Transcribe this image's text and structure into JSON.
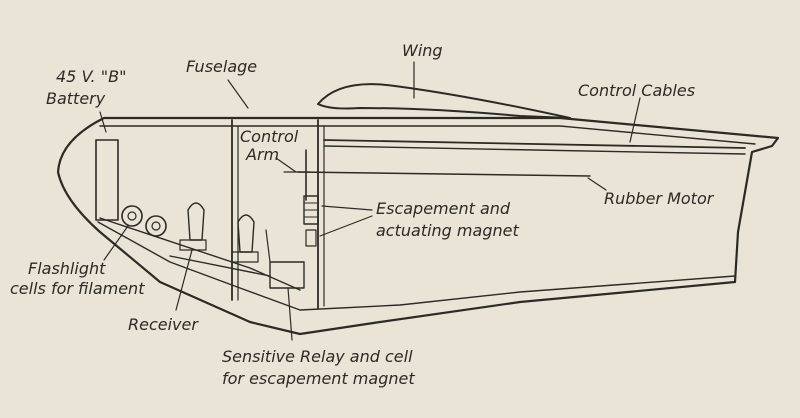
{
  "diagram": {
    "labels": {
      "battery_line1": "45 V. \"B\"",
      "battery_line2": "Battery",
      "fuselage": "Fuselage",
      "wing": "Wing",
      "control_cables": "Control Cables",
      "control_arm_line1": "Control",
      "control_arm_line2": "Arm",
      "rubber_motor": "Rubber Motor",
      "escapement_line1": "Escapement and",
      "escapement_line2": "actuating magnet",
      "flashlight_line1": "Flashlight",
      "flashlight_line2": "cells for filament",
      "receiver": "Receiver",
      "relay_line1": "Sensitive Relay and cell",
      "relay_line2": "for escapement magnet"
    },
    "colors": {
      "paper": "#e9e4d6",
      "ink": "#2c2a26"
    }
  }
}
